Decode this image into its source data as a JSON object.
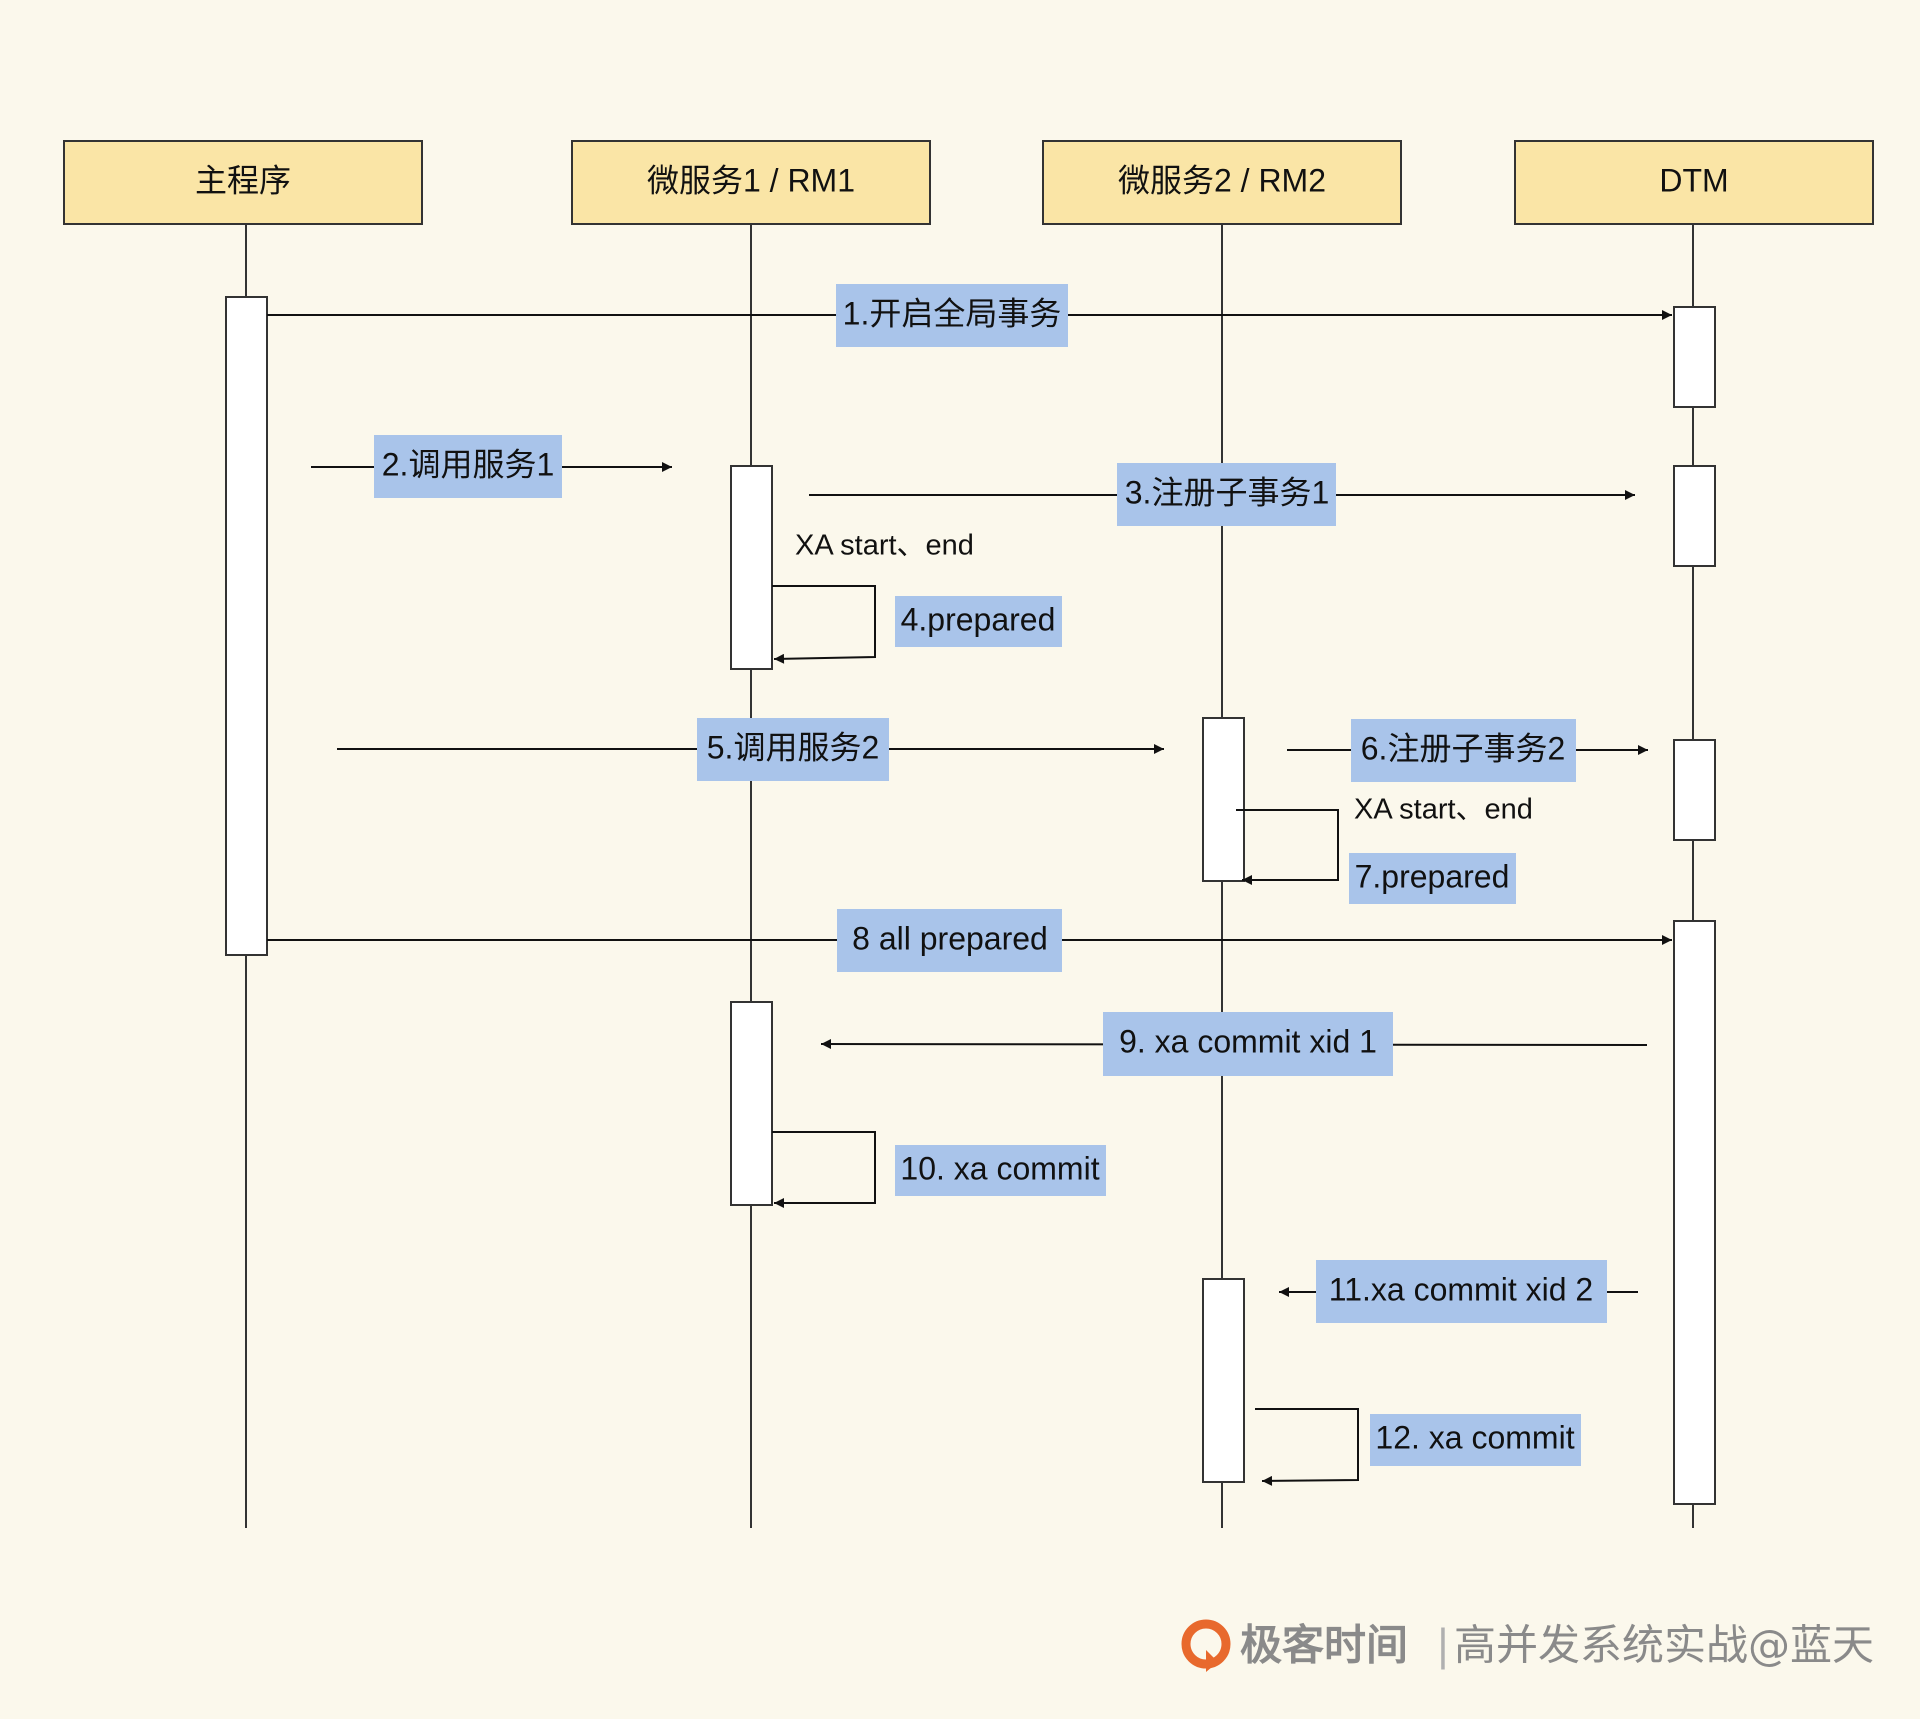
{
  "colors": {
    "background": "#fbf8ec",
    "participant_fill": "#fae5a6",
    "message_label_fill": "#a9c4ea",
    "line": "#222222",
    "activation_fill": "#ffffff",
    "logo": "#e8692d",
    "footer_text": "#8a8a8a"
  },
  "participants": [
    {
      "name": "主程序"
    },
    {
      "name": "微服务1 / RM1"
    },
    {
      "name": "微服务2 / RM2"
    },
    {
      "name": "DTM"
    }
  ],
  "messages": [
    {
      "label": "1.开启全局事务"
    },
    {
      "label": "2.调用服务1"
    },
    {
      "label": "3.注册子事务1"
    },
    {
      "label": "4.prepared"
    },
    {
      "label": "5.调用服务2"
    },
    {
      "label": "6.注册子事务2"
    },
    {
      "label": "7.prepared"
    },
    {
      "label": "8 all prepared"
    },
    {
      "label": "9. xa commit xid 1"
    },
    {
      "label": "10. xa commit"
    },
    {
      "label": "11.xa commit xid 2"
    },
    {
      "label": "12. xa commit"
    }
  ],
  "notes": [
    {
      "text": "XA start、end"
    },
    {
      "text": "XA start、end"
    }
  ],
  "footer": {
    "brand": "极客时间",
    "separator": "|",
    "course": "高并发系统实战@蓝天"
  }
}
